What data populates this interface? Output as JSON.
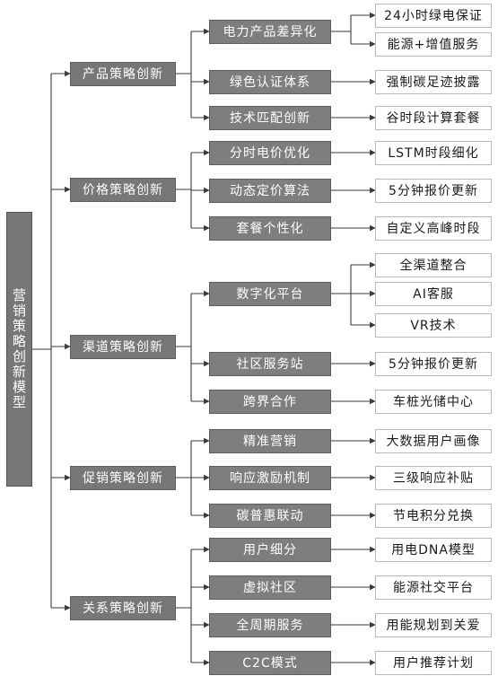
{
  "title": "营销策略创新模型",
  "groups": [
    {
      "label": "产品策略创新",
      "items": [
        {
          "label": "电力产品差异化",
          "children": [
            "24小时绿电保证",
            "能源+增值服务"
          ]
        },
        {
          "label": "绿色认证体系",
          "children": [
            "强制碳足迹披露"
          ]
        },
        {
          "label": "技术匹配创新",
          "children": [
            "谷时段计算套餐"
          ]
        }
      ]
    },
    {
      "label": "价格策略创新",
      "items": [
        {
          "label": "分时电价优化",
          "children": [
            "LSTM时段细化"
          ]
        },
        {
          "label": "动态定价算法",
          "children": [
            "5分钟报价更新"
          ]
        },
        {
          "label": "套餐个性化",
          "children": [
            "自定义高峰时段"
          ]
        }
      ]
    },
    {
      "label": "渠道策略创新",
      "items": [
        {
          "label": "数字化平台",
          "children": [
            "全渠道整合",
            "AI客服",
            "VR技术"
          ]
        },
        {
          "label": "社区服务站",
          "children": [
            "5分钟报价更新"
          ]
        },
        {
          "label": "跨界合作",
          "children": [
            "车桩光储中心"
          ]
        }
      ]
    },
    {
      "label": "促销策略创新",
      "items": [
        {
          "label": "精准营销",
          "children": [
            "大数据用户画像"
          ]
        },
        {
          "label": "响应激励机制",
          "children": [
            "三级响应补贴"
          ]
        },
        {
          "label": "碳普惠联动",
          "children": [
            "节电积分兑换"
          ]
        }
      ]
    },
    {
      "label": "关系策略创新",
      "items": [
        {
          "label": "用户细分",
          "children": [
            "用电DNA模型"
          ]
        },
        {
          "label": "虚拟社区",
          "children": [
            "能源社交平台"
          ]
        },
        {
          "label": "全周期服务",
          "children": [
            "用能规划到关爱"
          ]
        },
        {
          "label": "C2C模式",
          "children": [
            "用户推荐计划"
          ]
        }
      ]
    }
  ]
}
